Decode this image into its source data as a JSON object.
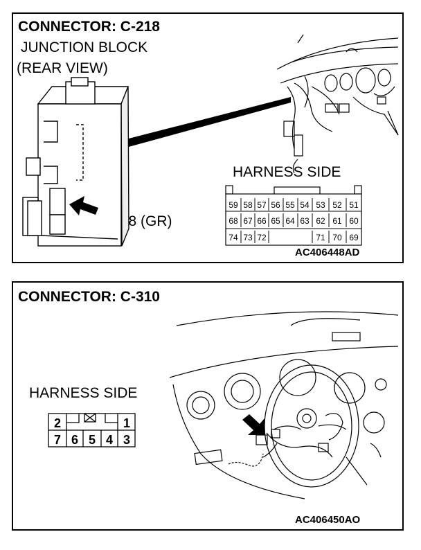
{
  "connector1": {
    "title": "CONNECTOR: C-218",
    "subtitle_line1": "JUNCTION BLOCK",
    "subtitle_line2": "(REAR VIEW)",
    "pointer_label": "C-218 (GR)",
    "harness_label": "HARNESS SIDE",
    "figure_code": "AC406448AD",
    "pins_row1": [
      "59",
      "58",
      "57",
      "56",
      "55",
      "54",
      "53",
      "52",
      "51"
    ],
    "pins_row2": [
      "68",
      "67",
      "66",
      "65",
      "64",
      "63",
      "62",
      "61",
      "60"
    ],
    "pins_row3_left": [
      "74",
      "73",
      "72"
    ],
    "pins_row3_right": [
      "71",
      "70",
      "69"
    ]
  },
  "connector2": {
    "title": "CONNECTOR: C-310",
    "harness_label": "HARNESS SIDE",
    "figure_code": "AC406450AO",
    "pins_top_left": "2",
    "pins_top_right": "1",
    "pins_bottom": [
      "7",
      "6",
      "5",
      "4",
      "3"
    ]
  }
}
